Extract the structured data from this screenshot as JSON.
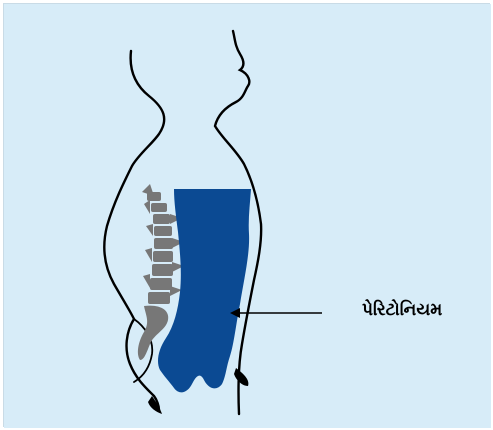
{
  "label": "પેરિટોનિયમ",
  "colors": {
    "background": "#d7ecf8",
    "outline": "#000000",
    "peritoneum": "#0b4a93",
    "spine": "#777777"
  },
  "icons": {
    "body": "human-side-profile",
    "spine": "spine-vertebrae",
    "peritoneum": "peritoneum-sac",
    "pointer": "arrow-left"
  }
}
